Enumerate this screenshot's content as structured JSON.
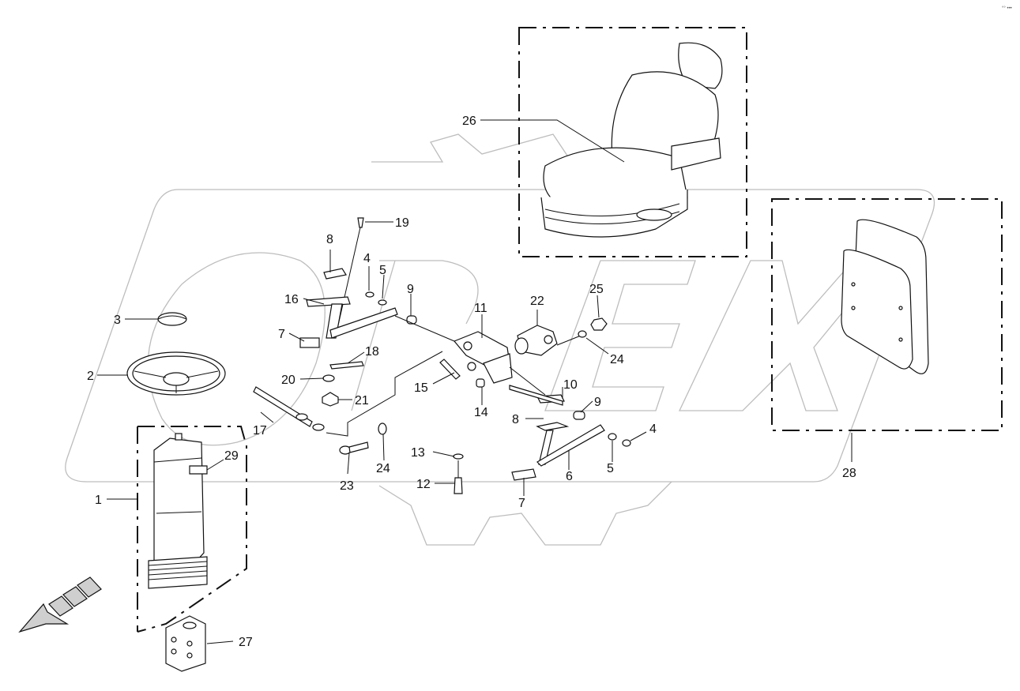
{
  "corner_mark": "°° •••",
  "parts": [
    {
      "id": "callout-1",
      "label": "1"
    },
    {
      "id": "callout-2",
      "label": "2"
    },
    {
      "id": "callout-3",
      "label": "3"
    },
    {
      "id": "callout-4a",
      "label": "4"
    },
    {
      "id": "callout-4b",
      "label": "4"
    },
    {
      "id": "callout-5a",
      "label": "5"
    },
    {
      "id": "callout-5b",
      "label": "5"
    },
    {
      "id": "callout-6",
      "label": "6"
    },
    {
      "id": "callout-7a",
      "label": "7"
    },
    {
      "id": "callout-7b",
      "label": "7"
    },
    {
      "id": "callout-8a",
      "label": "8"
    },
    {
      "id": "callout-8b",
      "label": "8"
    },
    {
      "id": "callout-9a",
      "label": "9"
    },
    {
      "id": "callout-9b",
      "label": "9"
    },
    {
      "id": "callout-10",
      "label": "10"
    },
    {
      "id": "callout-11",
      "label": "11"
    },
    {
      "id": "callout-12",
      "label": "12"
    },
    {
      "id": "callout-13",
      "label": "13"
    },
    {
      "id": "callout-14",
      "label": "14"
    },
    {
      "id": "callout-15",
      "label": "15"
    },
    {
      "id": "callout-16",
      "label": "16"
    },
    {
      "id": "callout-17",
      "label": "17"
    },
    {
      "id": "callout-18",
      "label": "18"
    },
    {
      "id": "callout-19",
      "label": "19"
    },
    {
      "id": "callout-20",
      "label": "20"
    },
    {
      "id": "callout-21",
      "label": "21"
    },
    {
      "id": "callout-22",
      "label": "22"
    },
    {
      "id": "callout-23",
      "label": "23"
    },
    {
      "id": "callout-24a",
      "label": "24"
    },
    {
      "id": "callout-24b",
      "label": "24"
    },
    {
      "id": "callout-25",
      "label": "25"
    },
    {
      "id": "callout-26",
      "label": "26"
    },
    {
      "id": "callout-27",
      "label": "27"
    },
    {
      "id": "callout-28",
      "label": "28"
    },
    {
      "id": "callout-29",
      "label": "29"
    }
  ]
}
